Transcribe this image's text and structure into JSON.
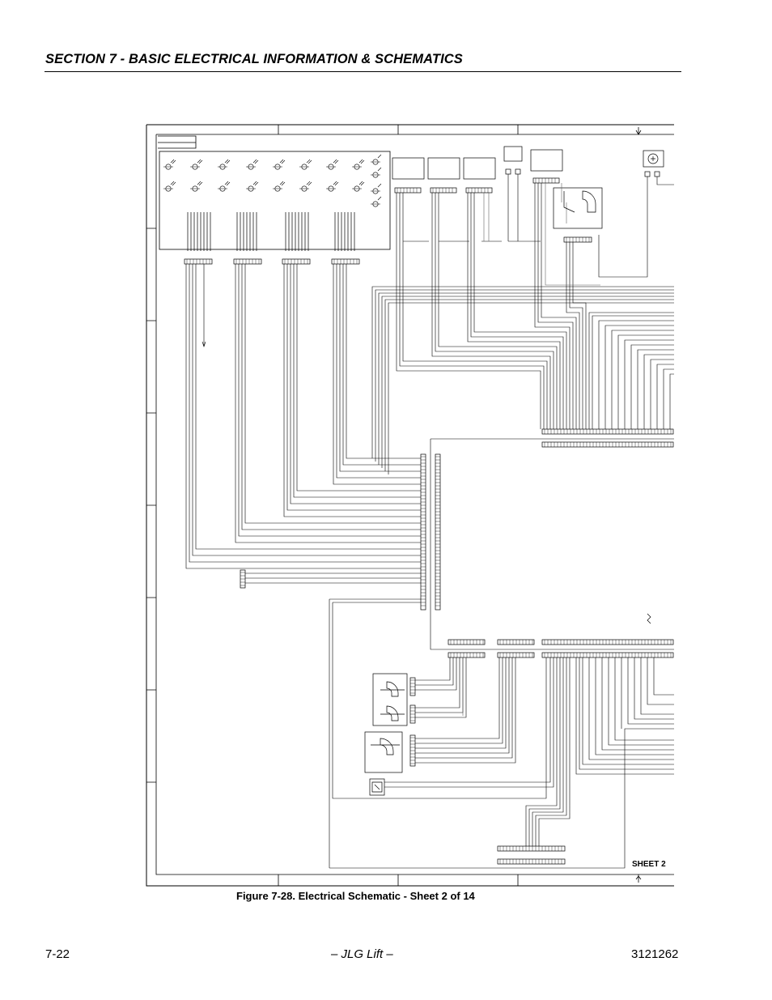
{
  "header": {
    "section_title": "SECTION 7 - BASIC ELECTRICAL INFORMATION & SCHEMATICS"
  },
  "figure": {
    "caption": "Figure 7-28.  Electrical Schematic - Sheet 2 of 14",
    "sheet_label": "SHEET 2"
  },
  "footer": {
    "page_number": "7-22",
    "brand": "– JLG Lift –",
    "document_number": "3121262"
  }
}
